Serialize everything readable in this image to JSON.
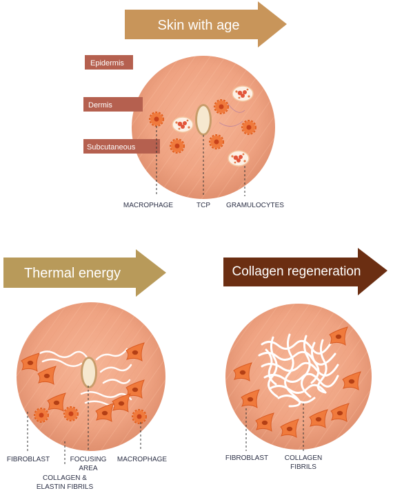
{
  "colors": {
    "arrow_gold": "#c8955a",
    "arrow_olive": "#b89a5a",
    "arrow_brown": "#6b2e12",
    "layer_box": "#b5604f",
    "skin_base": "#f0a888",
    "cell_orange": "#f07a3c",
    "label_text": "#2a2e44"
  },
  "arrows": {
    "skin_with_age": "Skin with age",
    "thermal_energy": "Thermal energy",
    "collagen_regeneration": "Collagen regeneration"
  },
  "layers": {
    "epidermis": "Epidermis",
    "dermis": "Dermis",
    "subcutaneous": "Subcutaneous"
  },
  "labels_top": {
    "macrophage": "MACROPHAGE",
    "tcp": "TCP",
    "granulocytes": "GRAMULOCYTES"
  },
  "labels_left": {
    "fibroblast": "FIBROBLAST",
    "focusing_line1": "FOCUSING",
    "focusing_line2": "AREA",
    "macrophage": "MACROPHAGE",
    "collagen_line1": "COLLAGEN &",
    "collagen_line2": "ELASTIN FIBRILS"
  },
  "labels_right": {
    "fibroblast": "FIBROBLAST",
    "collagen_line1": "COLLAGEN",
    "collagen_line2": "FIBRILS"
  }
}
